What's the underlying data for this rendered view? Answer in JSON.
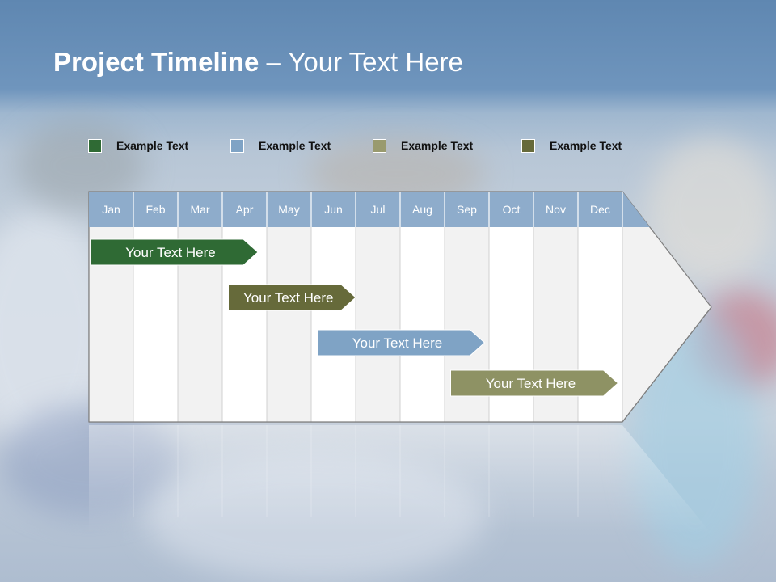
{
  "title": {
    "bold": "Project Timeline",
    "rest": " – Your Text Here"
  },
  "legend": [
    {
      "label": "Example Text",
      "color": "#2f6a34"
    },
    {
      "label": "Example Text",
      "color": "#7fa3c5"
    },
    {
      "label": "Example Text",
      "color": "#999a6e"
    },
    {
      "label": "Example Text",
      "color": "#666a3a"
    }
  ],
  "chart_data": {
    "type": "gantt",
    "months": [
      "Jan",
      "Feb",
      "Mar",
      "Apr",
      "May",
      "Jun",
      "Jul",
      "Aug",
      "Sep",
      "Oct",
      "Nov",
      "Dec"
    ],
    "tasks": [
      {
        "label": "Your  Text Here",
        "start": 0.0,
        "end": 3.8,
        "color": "#2f6a34"
      },
      {
        "label": "Your  Text Here",
        "start": 3.1,
        "end": 6.0,
        "color": "#666a3a"
      },
      {
        "label": "Your  Text Here",
        "start": 5.1,
        "end": 8.9,
        "color": "#7fa3c5"
      },
      {
        "label": "Your  Text Here",
        "start": 8.1,
        "end": 11.9,
        "color": "#8e9264"
      }
    ]
  }
}
